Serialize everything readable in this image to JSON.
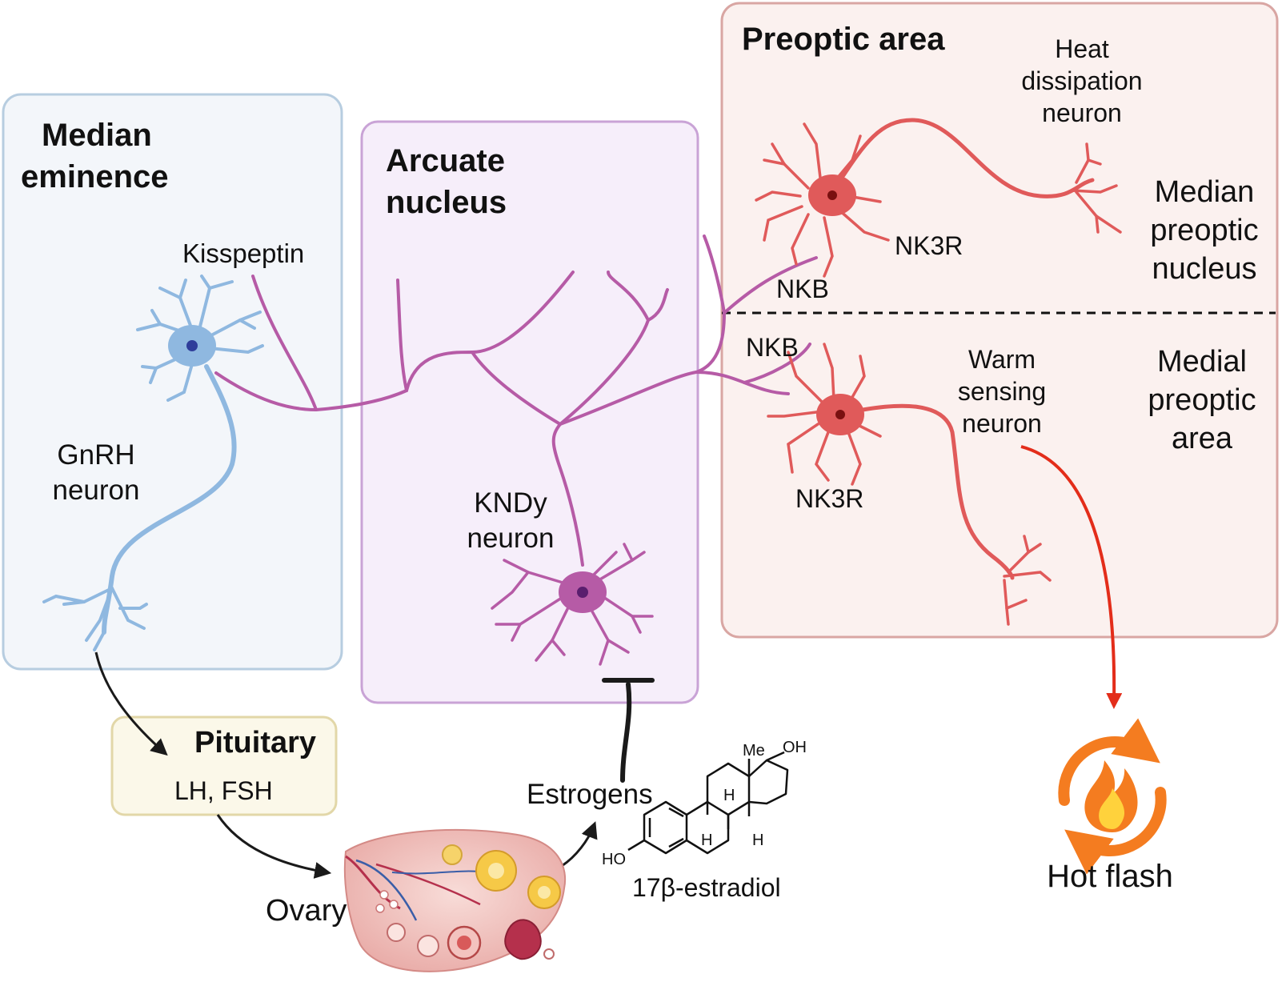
{
  "regions": {
    "median_eminence": {
      "title_line1": "Median",
      "title_line2": "eminence"
    },
    "arcuate_nucleus": {
      "title_line1": "Arcuate",
      "title_line2": "nucleus"
    },
    "preoptic_area": {
      "title": "Preoptic area"
    }
  },
  "subregions": {
    "median_preoptic_nucleus": {
      "line1": "Median",
      "line2": "preoptic",
      "line3": "nucleus"
    },
    "medial_preoptic_area": {
      "line1": "Medial",
      "line2": "preoptic",
      "line3": "area"
    }
  },
  "neurons": {
    "gnrh": {
      "line1": "GnRH",
      "line2": "neuron"
    },
    "kndy": {
      "line1": "KNDy",
      "line2": "neuron"
    },
    "heat_dissipation": {
      "line1": "Heat",
      "line2": "dissipation",
      "line3": "neuron"
    },
    "warm_sensing": {
      "line1": "Warm",
      "line2": "sensing",
      "line3": "neuron"
    }
  },
  "labels": {
    "kisspeptin": "Kisspeptin",
    "nk3r_upper": "NK3R",
    "nkb_upper": "NKB",
    "nkb_lower": "NKB",
    "nk3r_lower": "NK3R"
  },
  "pituitary": {
    "title": "Pituitary",
    "hormones": "LH, FSH"
  },
  "ovary": {
    "label": "Ovary"
  },
  "estrogens": {
    "label": "Estrogens"
  },
  "molecule": {
    "name": "17β-estradiol",
    "me": "Me",
    "oh_top": "OH",
    "ho_left": "HO",
    "h1": "H",
    "h2": "H",
    "h3": "H"
  },
  "outcome": {
    "label": "Hot flash"
  },
  "colors": {
    "median_eminence_fill": "#f3f6fa",
    "median_eminence_border": "#b7cde0",
    "arcuate_fill": "#f6eefa",
    "arcuate_border": "#c9a3d6",
    "preoptic_fill": "#fbf1ef",
    "preoptic_border": "#d9a6a3",
    "pituitary_fill": "#fbf8e9",
    "pituitary_border": "#e2d7a8",
    "gnrh_neuron": "#8fb8e0",
    "kndy_neuron": "#b65ba6",
    "red_neuron": "#e05a5a",
    "hot_flash_arrow": "#e32d1a",
    "flame_orange": "#f47c20",
    "flame_yellow": "#ffd23c"
  }
}
